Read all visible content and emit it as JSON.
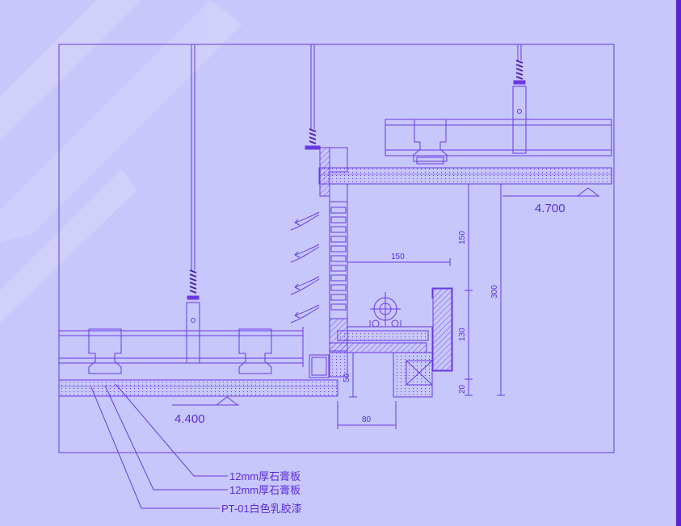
{
  "drawing": {
    "colors": {
      "background": "#c7c7fb",
      "line": "#6a38e6",
      "line_dark": "#4a1fb8",
      "right_bar": "#5b22d1",
      "watermark": "#d4d4fb"
    },
    "levels": {
      "upper": "4.700",
      "lower": "4.400"
    },
    "dimensions": {
      "d150_horizontal": "150",
      "d150_vertical": "150",
      "d300": "300",
      "d130": "130",
      "d20": "20",
      "d50": "50",
      "d80": "80"
    },
    "notes": [
      "12mm厚石膏板",
      "12mm厚石膏板",
      "PT-01白色乳胶漆"
    ]
  }
}
